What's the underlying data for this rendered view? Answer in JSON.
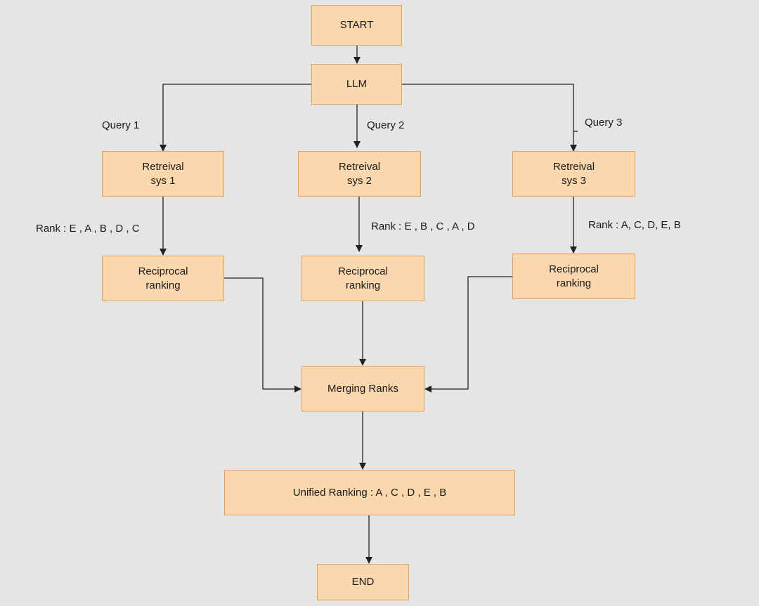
{
  "nodes": {
    "start": "START",
    "llm": "LLM",
    "retrieval_1": "Retreival\nsys 1",
    "retrieval_2": "Retreival\nsys 2",
    "retrieval_3": "Retreival\nsys 3",
    "reciprocal_1": "Reciprocal\nranking",
    "reciprocal_2": "Reciprocal\nranking",
    "reciprocal_3": "Reciprocal\nranking",
    "merging": "Merging Ranks",
    "unified": "Unified Ranking : A , C , D , E , B",
    "end": "END"
  },
  "edge_labels": {
    "query_1": "Query 1",
    "query_2": "Query 2",
    "query_3": "Query 3",
    "rank_1": "Rank : E , A , B , D , C",
    "rank_2": "Rank : E , B , C , A , D",
    "rank_3": "Rank : A, C, D, E, B"
  },
  "colors": {
    "node_fill": "#fad7ad",
    "node_border": "#e3a35f",
    "background": "#e5e5e5",
    "edge": "#222222"
  }
}
